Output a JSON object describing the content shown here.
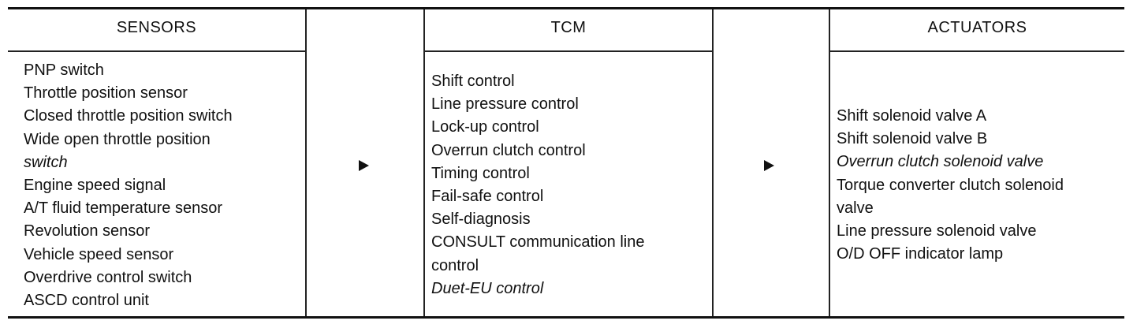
{
  "headers": {
    "sensors": "SENSORS",
    "tcm": "TCM",
    "actuators": "ACTUATORS"
  },
  "sensors": [
    "PNP switch",
    "Throttle position sensor",
    "Closed throttle position switch",
    "Wide open throttle position",
    "switch",
    "Engine speed signal",
    "A/T fluid temperature sensor",
    "Revolution sensor",
    "Vehicle speed sensor",
    "Overdrive control switch",
    "ASCD control unit"
  ],
  "tcm": [
    "Shift control",
    "Line pressure control",
    "Lock-up control",
    "Overrun clutch control",
    "Timing control",
    "Fail-safe control",
    "Self-diagnosis",
    "CONSULT communication line",
    "control",
    "Duet-EU control"
  ],
  "actuators": [
    "Shift solenoid valve A",
    "Shift solenoid valve B",
    "Overrun clutch solenoid valve",
    "Torque converter clutch solenoid",
    "valve",
    "Line pressure solenoid valve",
    "O/D OFF indicator lamp"
  ],
  "arrow_icon": "right-arrow-icon"
}
